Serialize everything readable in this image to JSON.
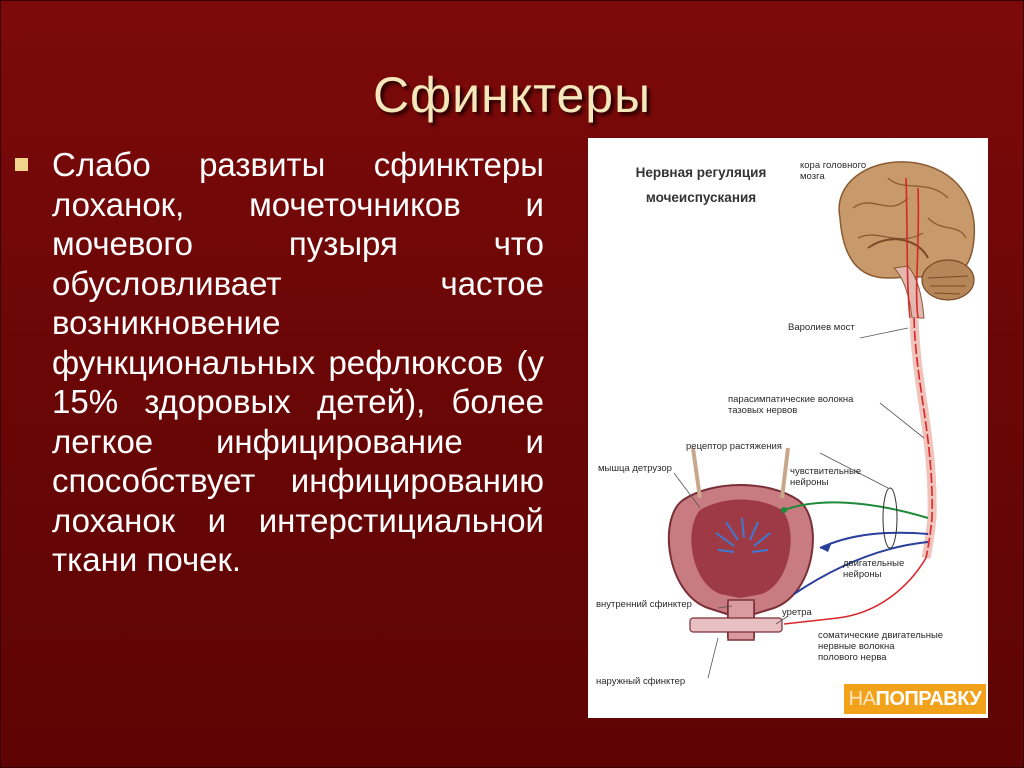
{
  "slide": {
    "title": "Сфинктеры",
    "body": "Слабо развиты сфинктеры лоханок, мочеточников и мочевого пузыря что обусловливает частое возникновение функциональных рефлюксов (у 15% здоровых детей), более легкое инфицирование и способствует инфицированию лоханок и интерстициальной ткани почек."
  },
  "figure": {
    "title_line1": "Нервная регуляция",
    "title_line2": "мочеиспускания",
    "labels": {
      "cortex_1": "кора головного",
      "cortex_2": "мозга",
      "pons": "Варолиев мост",
      "parasym_1": "парасимпатические волокна",
      "parasym_2": "тазовых нервов",
      "stretch_receptor": "рецептор растяжения",
      "detrusor": "мышца детрузор",
      "sensory_1": "чувствительные",
      "sensory_2": "нейроны",
      "motor_1": "двигательные",
      "motor_2": "нейроны",
      "internal_sphincter": "внутренний сфинктер",
      "urethra": "уретра",
      "somatic_1": "соматические двигательные",
      "somatic_2": "нервные волокна",
      "somatic_3": "полового нерва",
      "external_sphincter": "наружный сфинктер"
    },
    "logo_prefix": "НА",
    "logo_main": "ПОПРАВКУ"
  },
  "colors": {
    "background": "#6e0707",
    "title": "#f3e7bb",
    "bullet": "#f0d58a",
    "text": "#ffffff",
    "nerve_red": "#d8262a",
    "nerve_green": "#1f8a3a",
    "nerve_blue": "#2a3f9b",
    "logo": "#f1a21a"
  }
}
